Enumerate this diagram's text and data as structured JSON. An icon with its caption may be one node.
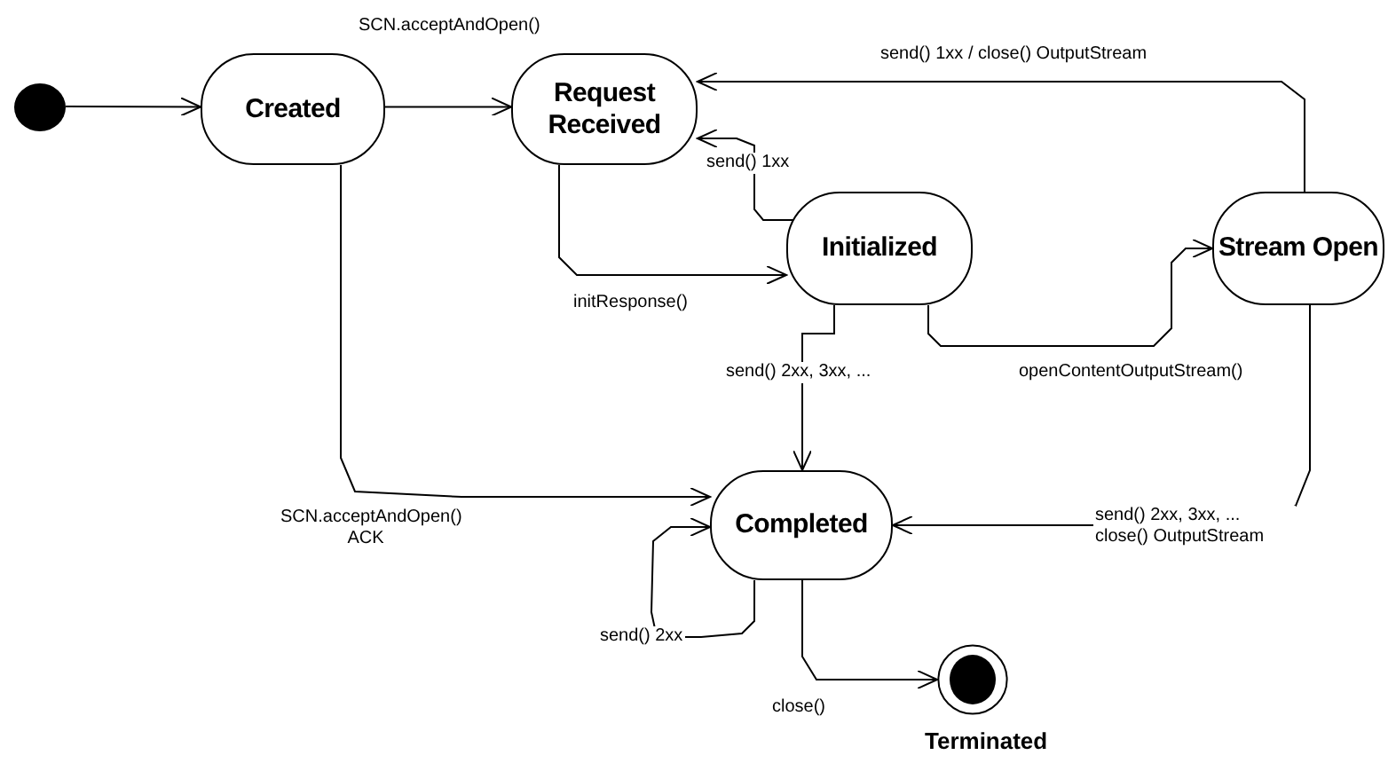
{
  "diagram": {
    "nodes": [
      {
        "text": [],
        "shape": "circle"
      },
      {
        "text": [
          "Created"
        ]
      },
      {
        "text": [
          "Request Received"
        ]
      },
      {
        "text": [
          "Initialized"
        ]
      },
      {
        "text": [
          "Stream Open"
        ]
      },
      {
        "text": [
          "Completed"
        ]
      },
      {
        "text": [],
        "shape": "circle",
        "beside": [
          "Terminated"
        ]
      }
    ],
    "edges": [
      {
        "from": 0,
        "to": 1,
        "arrow": "to"
      },
      {
        "from": 1,
        "to": 2,
        "arrow": "to",
        "label": "SCN.acceptAndOpen()"
      },
      {
        "from": 2,
        "to": 3,
        "arrow": "to",
        "label": "initResponse()"
      },
      {
        "from": 3,
        "to": 2,
        "arrow": "to",
        "label": "send() 1xx"
      },
      {
        "from": 4,
        "to": 2,
        "arrow": "to",
        "label": "send() 1xx / close() OutputStream"
      },
      {
        "from": 3,
        "to": 4,
        "arrow": "to",
        "label": "openContentOutputStream()"
      },
      {
        "from": 3,
        "to": 5,
        "arrow": "to",
        "label": "send() 2xx, 3xx, ..."
      },
      {
        "from": 1,
        "to": 5,
        "arrow": "to",
        "label": "SCN.acceptAndOpen() ACK"
      },
      {
        "from": 4,
        "to": 5,
        "arrow": "to",
        "label": "send() 2xx, 3xx, ... close() OutputStream"
      },
      {
        "from": 5,
        "to": 5,
        "arrow": "to",
        "label": "send() 2xx"
      },
      {
        "from": 5,
        "to": 6,
        "arrow": "to",
        "label": "close()"
      }
    ]
  }
}
